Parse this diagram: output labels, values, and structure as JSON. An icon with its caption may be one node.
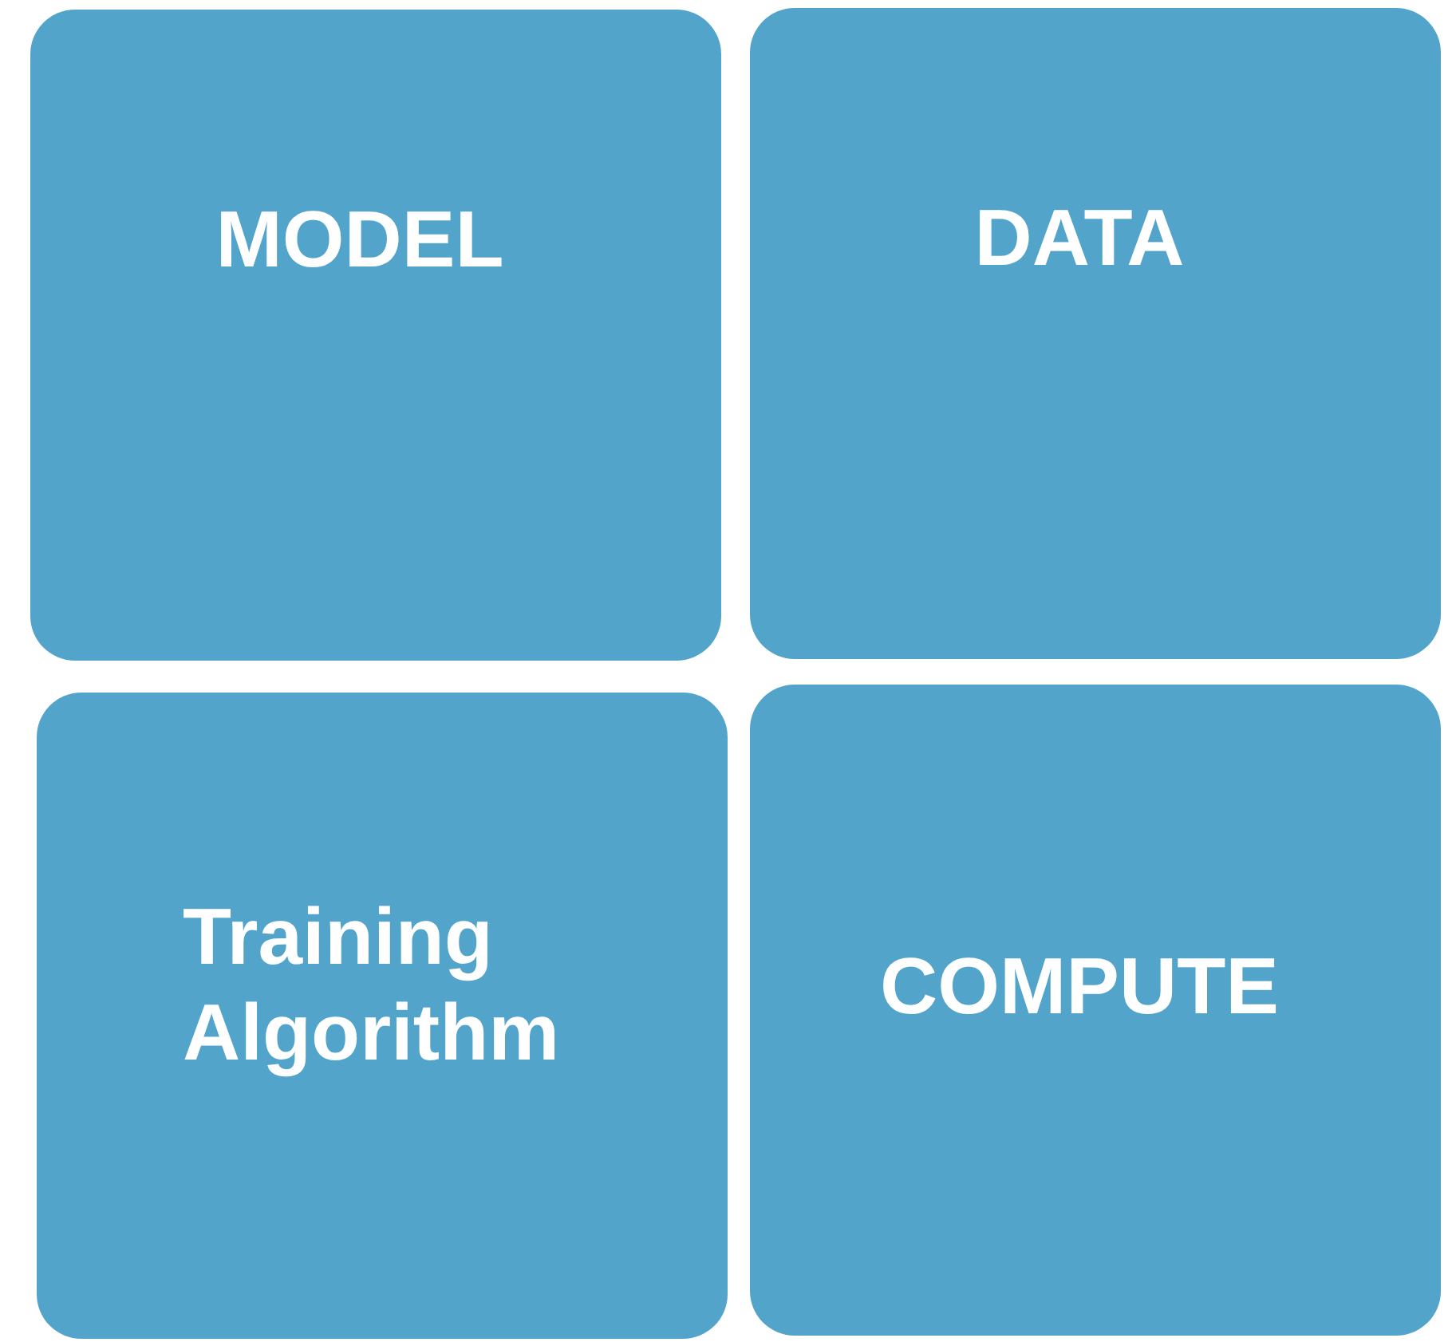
{
  "diagram": {
    "nodes": [
      {
        "text": [
          "MODEL"
        ]
      },
      {
        "text": [
          "DATA"
        ]
      },
      {
        "text": [
          "Training Algorithm"
        ]
      },
      {
        "text": [
          "COMPUTE"
        ]
      }
    ]
  }
}
